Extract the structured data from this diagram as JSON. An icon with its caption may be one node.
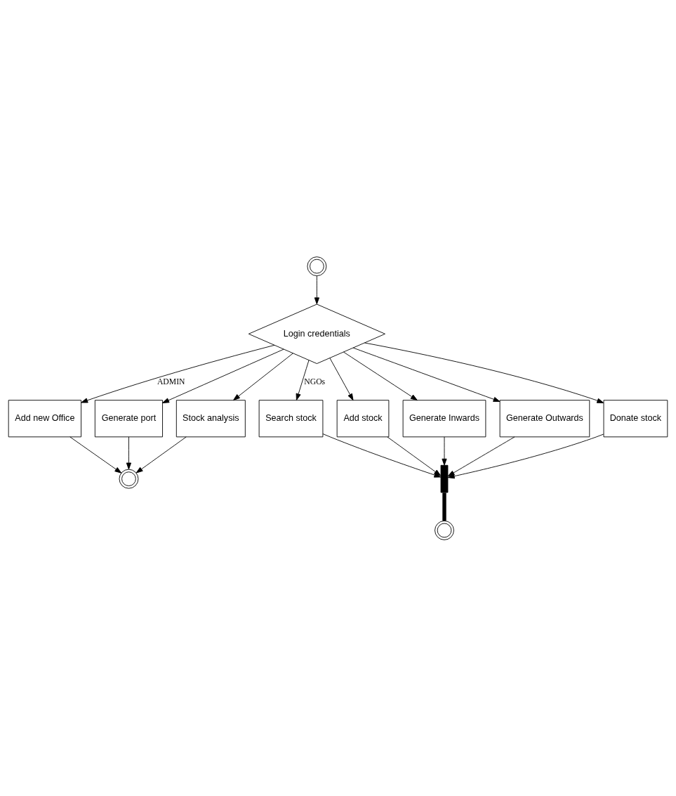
{
  "diagram": {
    "nodes": [
      {
        "text": [],
        "shape": "circle"
      },
      {
        "text": [
          "Login credentials"
        ]
      },
      {
        "text": [
          "Add new Office"
        ]
      },
      {
        "text": [
          "Generate port"
        ]
      },
      {
        "text": [
          "Stock analysis"
        ]
      },
      {
        "text": [],
        "shape": "circle"
      },
      {
        "text": [
          "Search stock"
        ]
      },
      {
        "text": [
          "Add stock"
        ]
      },
      {
        "text": [
          "Generate Inwards"
        ]
      },
      {
        "text": [
          "Generate Outwards"
        ]
      },
      {
        "text": [
          "Donate stock"
        ]
      },
      {
        "text": [],
        "shape": "bar"
      },
      {
        "text": [],
        "shape": "circle"
      }
    ],
    "edges": [
      {
        "from": 0,
        "to": 1,
        "arrow": "to"
      },
      {
        "from": 1,
        "to": 2,
        "arrow": "to",
        "label": "ADMIN"
      },
      {
        "from": 1,
        "to": 3,
        "arrow": "to"
      },
      {
        "from": 1,
        "to": 4,
        "arrow": "to"
      },
      {
        "from": 2,
        "to": 5,
        "arrow": "to"
      },
      {
        "from": 3,
        "to": 5,
        "arrow": "to"
      },
      {
        "from": 4,
        "to": 5,
        "arrow": "to"
      },
      {
        "from": 1,
        "to": 6,
        "arrow": "to",
        "label": "NGOs"
      },
      {
        "from": 1,
        "to": 7,
        "arrow": "to"
      },
      {
        "from": 1,
        "to": 8,
        "arrow": "to"
      },
      {
        "from": 1,
        "to": 9,
        "arrow": "to"
      },
      {
        "from": 1,
        "to": 10,
        "arrow": "to"
      },
      {
        "from": 6,
        "to": 11,
        "arrow": "to"
      },
      {
        "from": 7,
        "to": 11,
        "arrow": "to"
      },
      {
        "from": 8,
        "to": 11,
        "arrow": "to"
      },
      {
        "from": 9,
        "to": 11,
        "arrow": "to"
      },
      {
        "from": 10,
        "to": 11,
        "arrow": "to"
      },
      {
        "from": 11,
        "to": 12,
        "arrow": "none",
        "style": "thick"
      }
    ]
  }
}
